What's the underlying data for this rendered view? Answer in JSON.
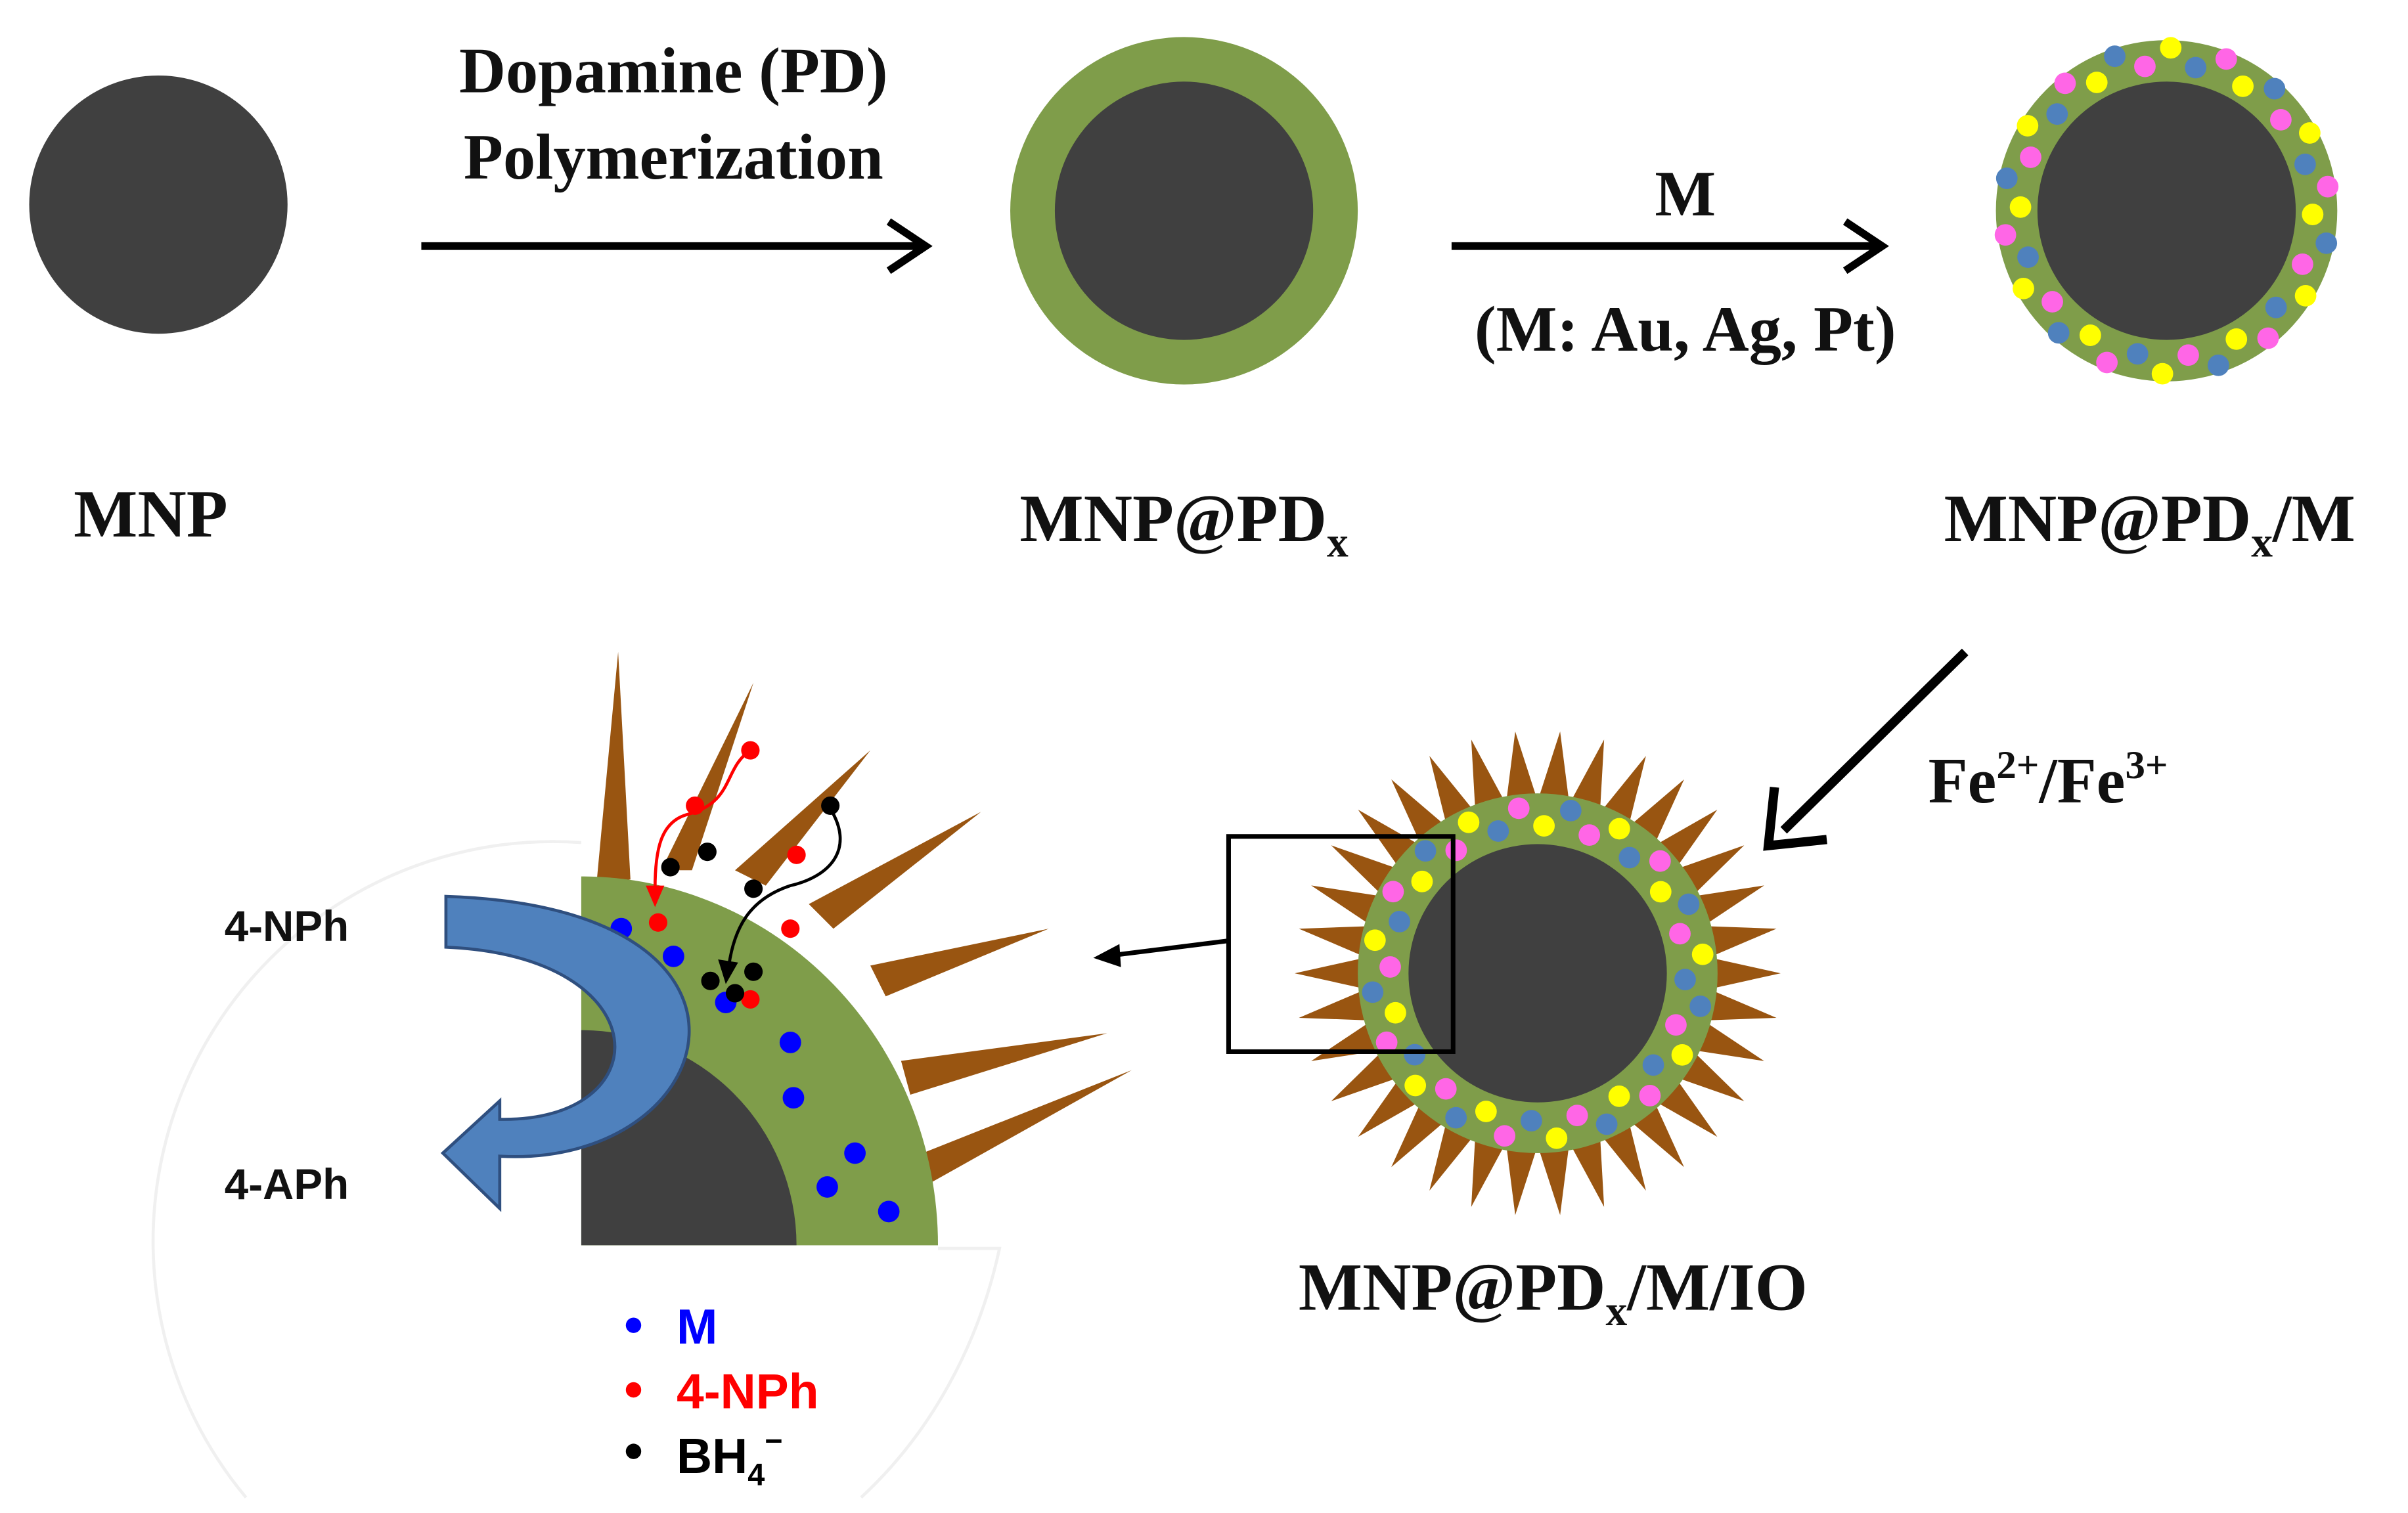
{
  "labels": {
    "mnp": "MNP",
    "mnp_pd_base": "MNP@PD",
    "mnp_pd_sub": "x",
    "mnp_pd_m_base": "MNP@PD",
    "mnp_pd_m_sub": "x",
    "mnp_pd_m_tail": "/M",
    "mnp_pd_m_io_base": "MNP@PD",
    "mnp_pd_m_io_sub": "x",
    "mnp_pd_m_io_tail": "/M/IO"
  },
  "steps": {
    "step1_line1": "Dopamine (PD)",
    "step1_line2": "Polymerization",
    "step2_top": "M",
    "step2_bottom": "(M: Au, Ag, Pt)",
    "step3_base1": "Fe",
    "step3_sup1": "2+",
    "step3_mid": "/Fe",
    "step3_sup2": "3+"
  },
  "reaction": {
    "reactant": "4-NPh",
    "product": "4-APh"
  },
  "legend": {
    "items": [
      {
        "label": "M",
        "color": "#0000ff"
      },
      {
        "label": "4-NPh",
        "color": "#ff0000"
      },
      {
        "label": "BH",
        "sub": "4",
        "sup": "−",
        "color": "#000000"
      }
    ]
  },
  "colors": {
    "core": "#404040",
    "shell": "#7f9d4a",
    "spikes": "#995511",
    "particle_blue": "#4f81bd",
    "particle_pink": "#ff66e6",
    "particle_yellow": "#ffff00",
    "arrow_fill": "#4f81bd",
    "arrow_fill_dark": "#3a6aa8"
  }
}
